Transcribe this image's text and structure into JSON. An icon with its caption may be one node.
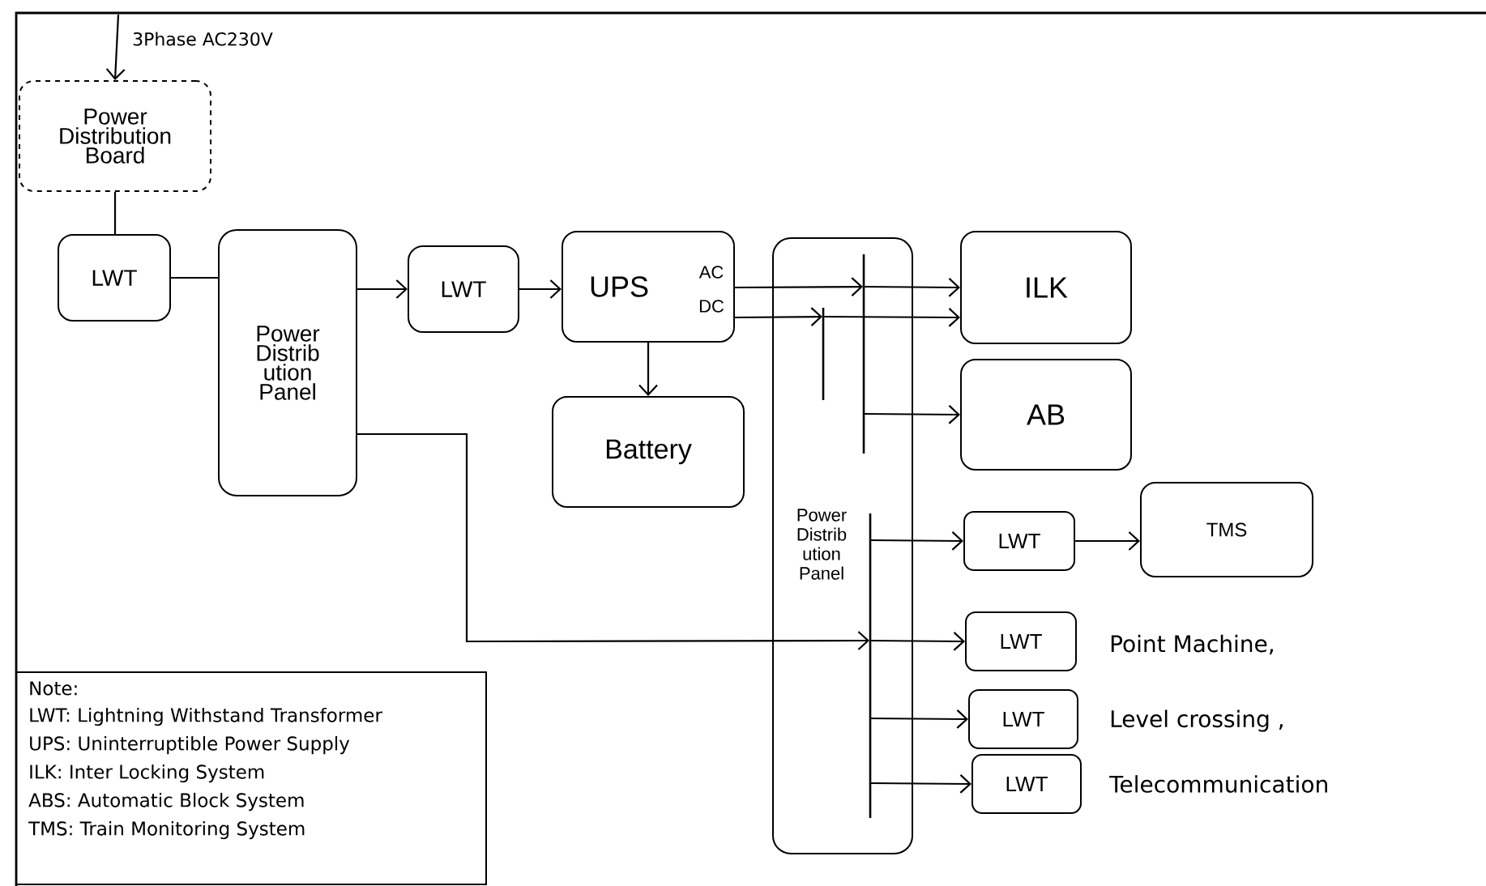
{
  "diagram": {
    "nodes": [
      {
        "text": [
          "Power Distribution Board"
        ]
      },
      {
        "text": [
          "LWT"
        ]
      },
      {
        "text": [
          "Power Distrib ution Panel"
        ]
      },
      {
        "text": [
          "LWT"
        ]
      },
      {
        "text": [
          "UPS",
          "AC",
          "DC"
        ]
      },
      {
        "text": [
          "Battery"
        ]
      },
      {
        "text": [
          "Power Distrib ution Panel"
        ]
      },
      {
        "text": [
          "ILK"
        ]
      },
      {
        "text": [
          "AB"
        ]
      },
      {
        "text": [
          "LWT"
        ]
      },
      {
        "text": [
          "TMS"
        ]
      },
      {
        "text": [
          "LWT"
        ],
        "beside": [
          "Point Machine,"
        ]
      },
      {
        "text": [
          "LWT"
        ],
        "beside": [
          "Level crossing ,"
        ]
      },
      {
        "text": [
          "LWT"
        ],
        "beside": [
          "Telecommunication"
        ]
      },
      {
        "text": [
          "Note:",
          "LWT: Lightning Withstand Transformer",
          "UPS: Uninterruptible Power Supply",
          "ILK: Inter Locking System",
          "ABS: Automatic Block System",
          "TMS: Train Monitoring System"
        ]
      }
    ],
    "edges": [
      {
        "from": null,
        "to": 0,
        "arrow": "to",
        "label": "3Phase AC230V"
      },
      {
        "from": 0,
        "to": 1,
        "arrow": "none"
      },
      {
        "from": 1,
        "to": 2,
        "arrow": "none"
      },
      {
        "from": 2,
        "to": 3,
        "arrow": "to"
      },
      {
        "from": 3,
        "to": 4,
        "arrow": "to"
      },
      {
        "from": 4,
        "to": 5,
        "arrow": "to"
      },
      {
        "from": 4,
        "to": 6,
        "arrow": "to"
      },
      {
        "from": 4,
        "to": 6,
        "arrow": "to"
      },
      {
        "from": 6,
        "to": 7,
        "arrow": "to"
      },
      {
        "from": 6,
        "to": 7,
        "arrow": "to"
      },
      {
        "from": 6,
        "to": 8,
        "arrow": "to"
      },
      {
        "from": 2,
        "to": 6,
        "arrow": "to"
      },
      {
        "from": 6,
        "to": 9,
        "arrow": "to"
      },
      {
        "from": 6,
        "to": 11,
        "arrow": "to"
      },
      {
        "from": 6,
        "to": 12,
        "arrow": "to"
      },
      {
        "from": 6,
        "to": 13,
        "arrow": "to"
      },
      {
        "from": 9,
        "to": 10,
        "arrow": "to"
      }
    ]
  }
}
